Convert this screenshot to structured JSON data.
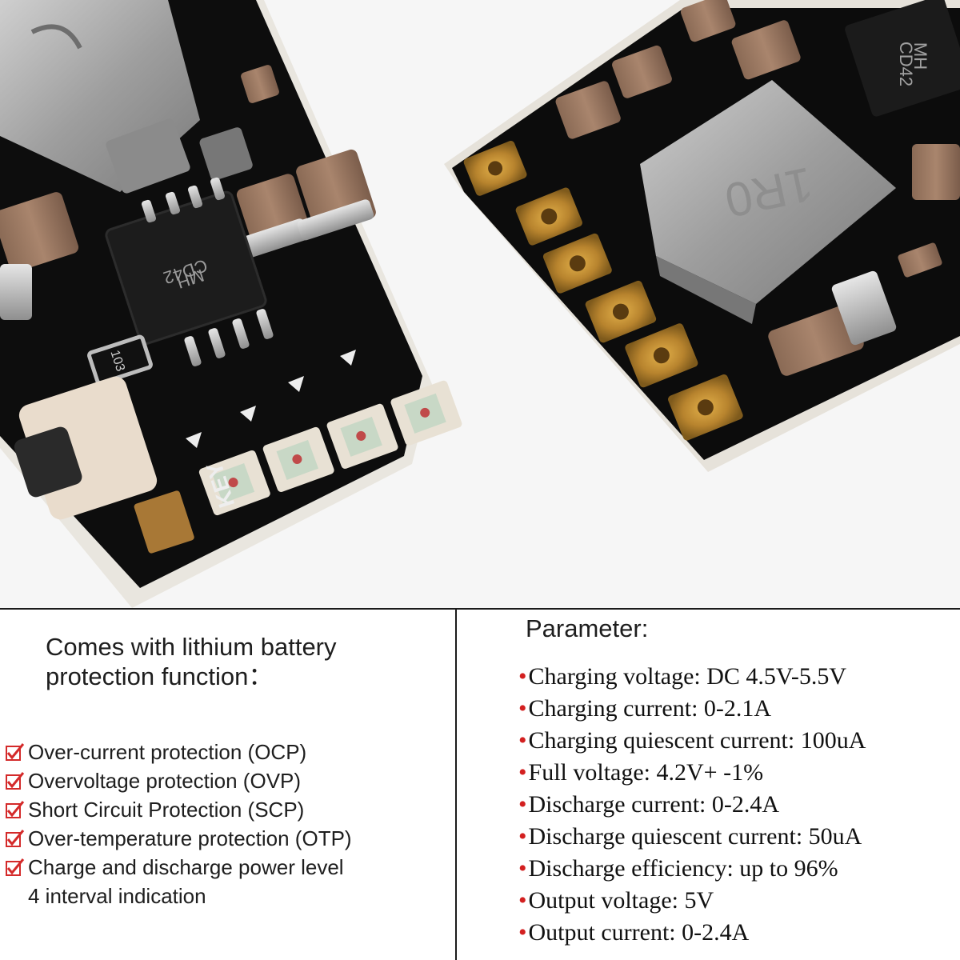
{
  "photo": {
    "left_board": {
      "chip_marking_1": "MH",
      "chip_marking_2": "CD42",
      "resistor_marking": "103",
      "silkscreen_key": "KEY"
    },
    "right_board": {
      "chip_marking_1": "MH",
      "chip_marking_2": "CD42",
      "inductor_marking": "1R0"
    }
  },
  "features": {
    "title_line1": "Comes with lithium battery",
    "title_line2": "protection function：",
    "items": [
      {
        "text": "Over-current protection (OCP)"
      },
      {
        "text": "Overvoltage protection (OVP)"
      },
      {
        "text": "Short Circuit Protection (SCP)"
      },
      {
        "text": "Over-temperature protection (OTP)"
      },
      {
        "text": "Charge and discharge power level",
        "continuation": "4 interval indication"
      }
    ]
  },
  "parameters": {
    "title": "Parameter:",
    "bullet": "•",
    "items": [
      "Charging voltage: DC 4.5V-5.5V",
      "Charging current: 0-2.1A",
      "Charging quiescent current: 100uA",
      "Full voltage: 4.2V+ -1%",
      "Discharge current: 0-2.4A",
      "Discharge quiescent current: 50uA",
      "Discharge efficiency: up to 96%",
      "Output voltage: 5V",
      "Output current: 0-2.4A"
    ]
  },
  "colors": {
    "check": "#d42a2a",
    "bullet": "#d32020",
    "board": "#0d0d0d",
    "pad": "#c8973a"
  }
}
